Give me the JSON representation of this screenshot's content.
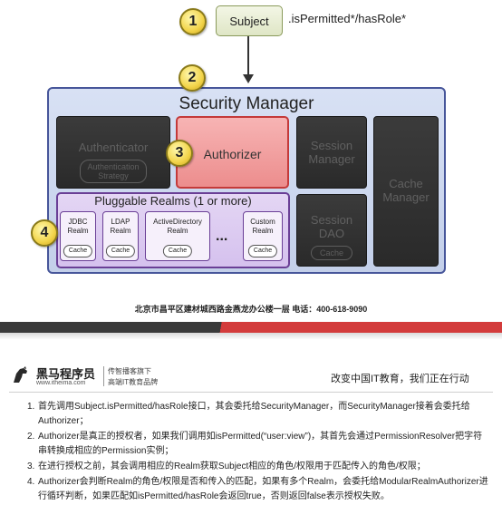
{
  "diagram": {
    "subject_label": "Subject",
    "subject_call": ".isPermitted*/hasRole*",
    "steps": [
      "1",
      "2",
      "3",
      "4"
    ],
    "security_manager_title": "Security Manager",
    "authenticator_label": "Authenticator",
    "authentication_strategy_label": "Authentication Strategy",
    "authorizer_label": "Authorizer",
    "session_manager_label": "Session Manager",
    "cache_manager_label": "Cache Manager",
    "session_dao_label": "Session DAO",
    "cache_label": "Cache",
    "pluggable_realms_title": "Pluggable Realms (1 or more)",
    "realms": [
      {
        "line1": "JDBC",
        "line2": "Realm",
        "cache": "Cache"
      },
      {
        "line1": "LDAP",
        "line2": "Realm",
        "cache": "Cache"
      },
      {
        "line1": "ActiveDirectory",
        "line2": "Realm",
        "cache": "Cache"
      },
      {
        "line1": "Custom",
        "line2": "Realm",
        "cache": "Cache"
      }
    ],
    "ellipsis": "..."
  },
  "address": "北京市昌平区建材城西路金燕龙办公楼一层   电话：400-618-9090",
  "brand": {
    "name": "黑马程序员",
    "url": "www.itheima.com",
    "tagline1": "传智播客旗下",
    "tagline2": "高端IT教育品牌",
    "slogan": "改变中国IT教育，我们正在行动",
    "colors": {
      "accent_red": "#d33b3b",
      "dark": "#3a3a3a"
    }
  },
  "notes": [
    {
      "num": "1.",
      "text": "首先调用Subject.isPermitted/hasRole接口，其会委托给SecurityManager，而SecurityManager接着会委托给Authorizer；"
    },
    {
      "num": "2.",
      "text": "Authorizer是真正的授权者，如果我们调用如isPermitted(“user:view”)，其首先会通过PermissionResolver把字符串转换成相应的Permission实例；"
    },
    {
      "num": "3.",
      "text": "在进行授权之前，其会调用相应的Realm获取Subject相应的角色/权限用于匹配传入的角色/权限；"
    },
    {
      "num": "4.",
      "text": "Authorizer会判断Realm的角色/权限是否和传入的匹配，如果有多个Realm，会委托给ModularRealmAuthorizer进行循环判断，如果匹配如isPermitted/hasRole会返回true，否则返回false表示授权失败。"
    }
  ]
}
